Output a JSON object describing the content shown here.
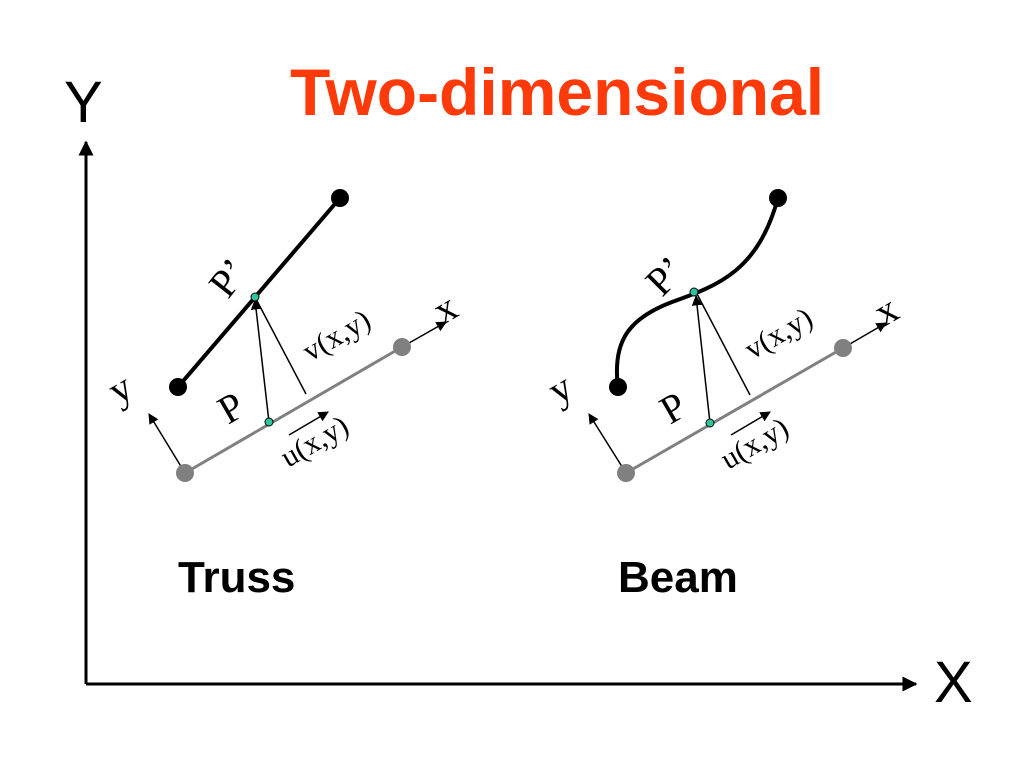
{
  "title": "Two-dimensional",
  "global_axes": {
    "y_label": "Y",
    "x_label": "X"
  },
  "colors": {
    "title": "#ff3a0a",
    "line": "#000000",
    "undeformed": "#808080",
    "point_marker": "#2ec4a0"
  },
  "panels": [
    {
      "caption": "Truss",
      "deformed_point_label": "P’",
      "point_label": "P",
      "local_x_label": "x",
      "local_y_label": "y",
      "v_label": "v(x,y)",
      "u_label": "u(x,y)"
    },
    {
      "caption": "Beam",
      "deformed_point_label": "P’",
      "point_label": "P",
      "local_x_label": "x",
      "local_y_label": "y",
      "v_label": "v(x,y)",
      "u_label": "u(x,y)"
    }
  ]
}
